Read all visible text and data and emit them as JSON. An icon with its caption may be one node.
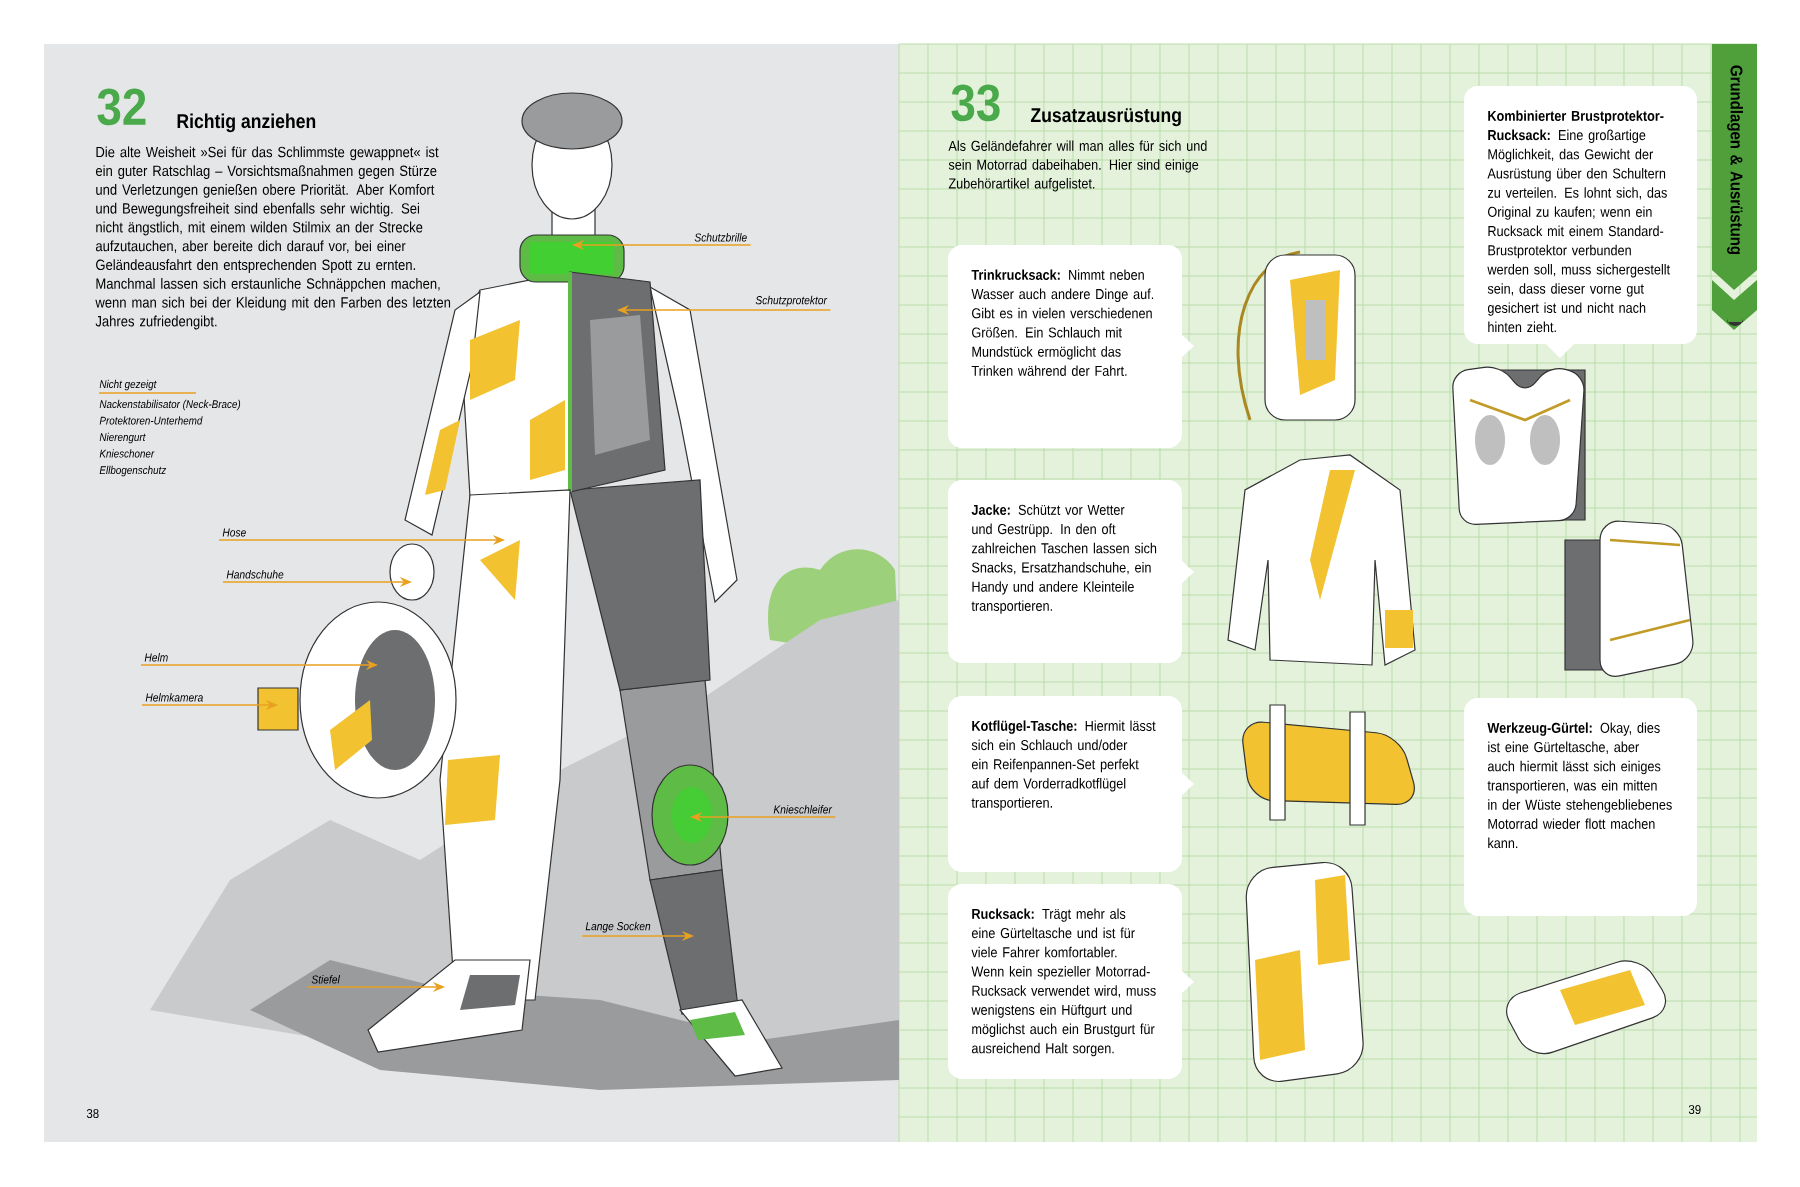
{
  "diagram": {
    "nodes": [
      {
        "text": [
          "Schutzbrille"
        ]
      },
      {
        "text": [
          "Schutzprotektor"
        ]
      },
      {
        "text": [
          "Hose"
        ]
      },
      {
        "text": [
          "Handschuhe"
        ]
      },
      {
        "text": [
          "Helm"
        ]
      },
      {
        "text": [
          "Helmkamera"
        ]
      },
      {
        "text": [
          "Knieschleifer"
        ]
      },
      {
        "text": [
          "Lange Socken"
        ]
      },
      {
        "text": [
          "Stiefel"
        ]
      },
      {
        "text": [
          "**Trinkrucksack:** Nimmt neben Wasser auch andere Dinge auf. Gibt es in vielen verschiedenen Größen. Ein Schlauch mit Mundstück ermöglicht das Trinken während der Fahrt."
        ]
      },
      {
        "text": [
          "**Jacke:** Schützt vor Wetter und Gestrüpp. In den oft zahlreichen Taschen lassen sich Snacks, Ersatzhandschuhe, ein Handy und andere Kleinteile transportieren."
        ]
      },
      {
        "text": [
          "**Kotflügel-Tasche:** Hiermit lässt sich ein Schlauch und/oder ein Reifenpannen-Set perfekt auf dem Vorderradkotflügel transportieren."
        ]
      },
      {
        "text": [
          "**Rucksack:** Trägt mehr als eine Gürteltasche und ist für viele Fahrer komfortabler. Wenn kein spezieller Motorrad-Rucksack verwendet wird, muss wenigstens ein Hüftgurt und möglichst auch ein Brustgurt für ausreichend Halt sorgen."
        ]
      },
      {
        "text": [
          "**Kombinierter Brustprotektor-Rucksack:** Eine großartige Möglichkeit, das Gewicht der Ausrüstung über den Schultern zu verteilen. Es lohnt sich, das Original zu kaufen; wenn ein Rucksack mit einem Standard-Brustprotektor verbunden werden soll, muss sichergestellt sein, dass dieser vorne gut gesichert ist und nicht nach hinten zieht."
        ]
      },
      {
        "text": [
          "**Werkzeug-Gürtel:** Okay, dies ist eine Gürteltasche, aber auch hiermit lässt sich einiges transportieren, was ein mitten in der Wüste stehengebliebenes Motorrad wieder flott machen kann."
        ]
      },
      {
        "text": [
          "Grundlagen & Ausrüstung"
        ]
      },
      {
        "text": [],
        "shape": "picture"
      },
      {
        "text": [],
        "shape": "picture"
      },
      {
        "text": [],
        "shape": "picture"
      },
      {
        "text": [],
        "shape": "picture"
      },
      {
        "text": [],
        "shape": "picture"
      },
      {
        "text": [],
        "shape": "picture"
      },
      {
        "text": [],
        "shape": "picture"
      },
      {
        "text": [],
        "shape": "picture"
      },
      {
        "text": [],
        "shape": "picture"
      }
    ],
    "edges": [
      {
        "from": 0,
        "to": 16,
        "arrow": "to"
      },
      {
        "from": 1,
        "to": 17,
        "arrow": "to"
      },
      {
        "from": 2,
        "to": 18,
        "arrow": "to"
      },
      {
        "from": 3,
        "to": 19,
        "arrow": "to"
      },
      {
        "from": 4,
        "to": 20,
        "arrow": "to"
      },
      {
        "from": 5,
        "to": 21,
        "arrow": "to"
      },
      {
        "from": 6,
        "to": 22,
        "arrow": "to"
      },
      {
        "from": 7,
        "to": 23,
        "arrow": "to"
      },
      {
        "from": 8,
        "to": 24,
        "arrow": "to"
      }
    ],
    "labels": [
      "32",
      "Richtig anziehen",
      "Die alte Weisheit »Sei für das Schlimmste gewappnet« ist ein guter Ratschlag – Vorsichtsmaßnahmen gegen Stürze und Verletzungen genießen obere Priorität. Aber Komfort und Bewegungsfreiheit sind ebenfalls sehr wichtig. Sei nicht ängstlich, mit einem wilden Stilmix an der Strecke aufzutauchen, aber bereite dich darauf vor, bei einer Geländeausfahrt den entsprechenden Spott zu ernten. Manchmal lassen sich erstaunliche Schnäppchen machen, wenn man sich bei der Kleidung mit den Farben des letzten Jahres zufriedengibt.",
      "Nicht gezeigt",
      "Nackenstabilisator (Neck-Brace)",
      "Protektoren-Unterhemd",
      "Nierengurt",
      "Knieschoner",
      "Ellbogenschutz",
      "38",
      "33",
      "Zusatzausrüstung",
      "Als Geländefahrer will man alles für sich und sein Motorrad dabeihaben. Hier sind einige Zubehörartikel aufgelistet.",
      "39"
    ]
  }
}
